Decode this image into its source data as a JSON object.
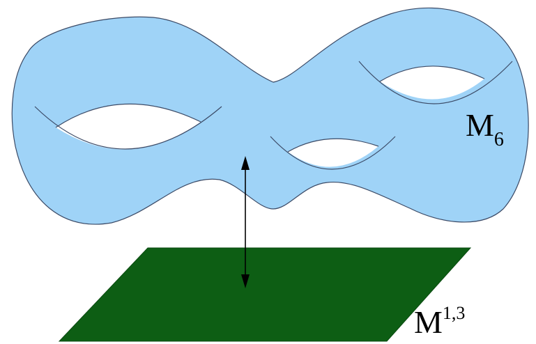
{
  "labels": {
    "internal_manifold": {
      "base": "M",
      "subscript": "6"
    },
    "spacetime": {
      "base": "M",
      "superscript": "1,3"
    }
  },
  "colors": {
    "surface_fill": "#9fd3f7",
    "surface_stroke": "#3b4a66",
    "plane_fill": "#0d5e14",
    "arrow": "#000000",
    "background": "#ffffff"
  }
}
